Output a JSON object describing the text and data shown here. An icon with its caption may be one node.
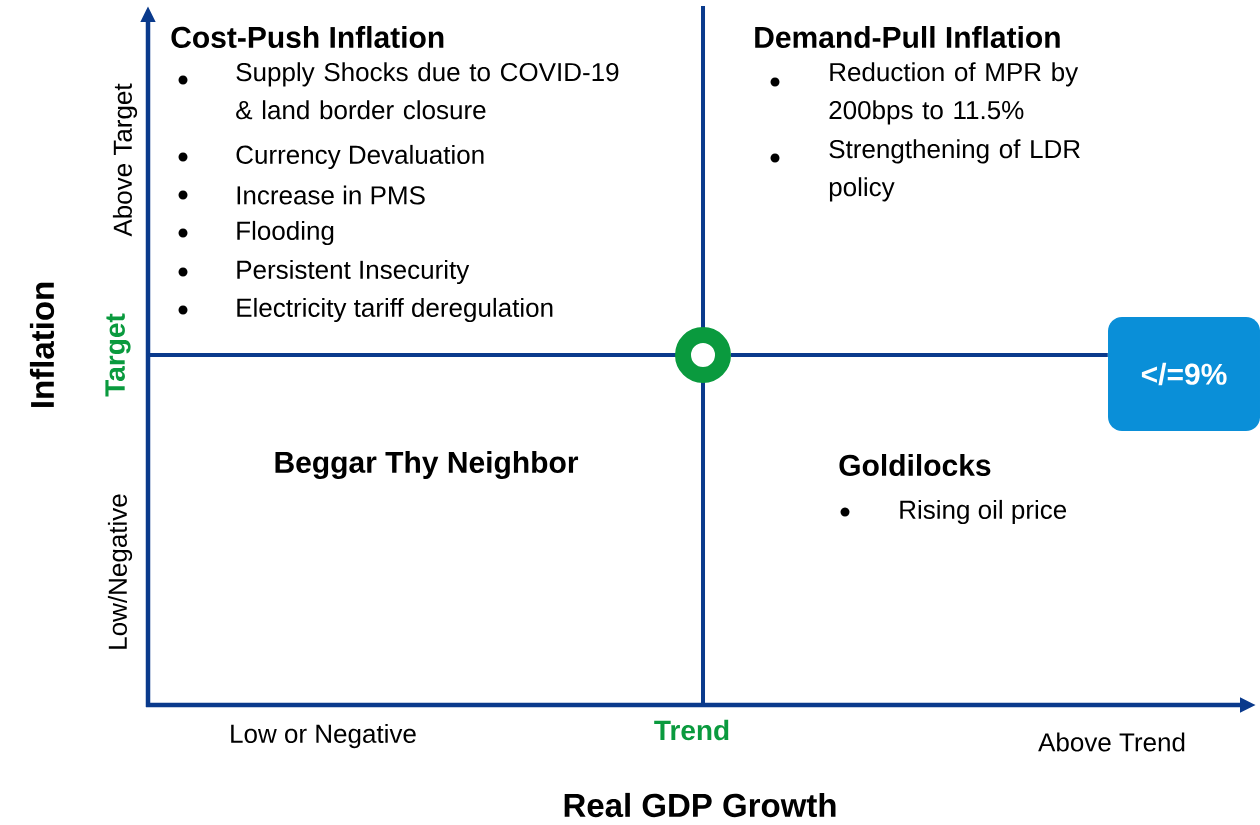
{
  "diagram": {
    "nodes": [
      {
        "text": [],
        "shape": "circle"
      },
      {
        "text": [
          "</=9%"
        ]
      }
    ],
    "edges": [
      {
        "from": 0,
        "to": 1,
        "arrow": "none"
      }
    ],
    "labels": [
      "Cost-Push Inflation",
      "Supply Shocks due to COVID-19 & land border closure",
      "Currency Devaluation",
      "Increase in PMS",
      "Flooding",
      "Persistent Insecurity",
      "Electricity tariff deregulation",
      "Demand-Pull Inflation",
      "Reduction of MPR by 200bps to 11.5%",
      "Strengthening of LDR policy",
      "Above Target",
      "Inflation",
      "Target",
      "Beggar Thy Neighbor",
      "Goldilocks",
      "Rising oil price",
      "Low/Negative",
      "Low or Negative",
      "Trend",
      "Above Trend",
      "Real GDP Growth"
    ]
  }
}
